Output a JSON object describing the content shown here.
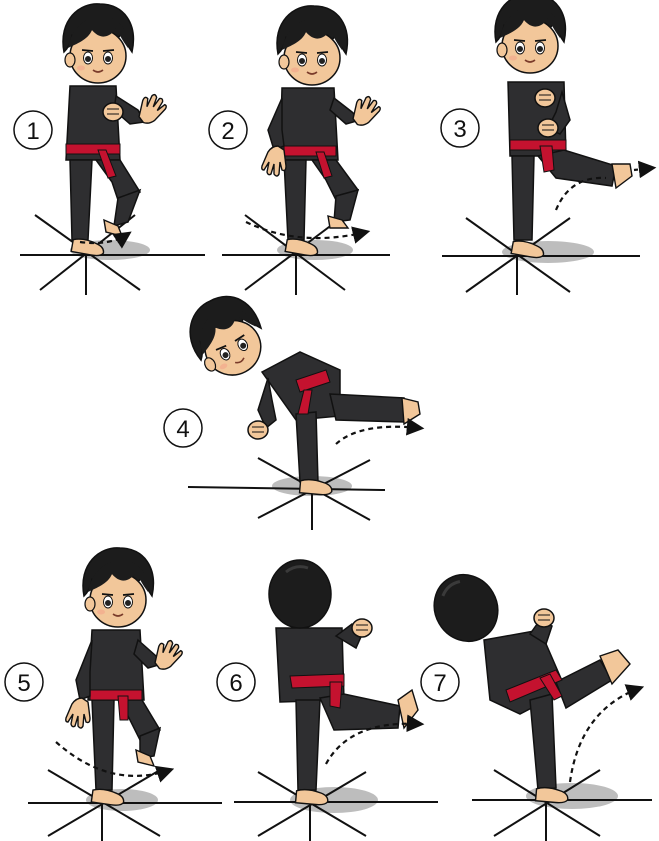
{
  "steps": [
    {
      "label": "1"
    },
    {
      "label": "2"
    },
    {
      "label": "3"
    },
    {
      "label": "4"
    },
    {
      "label": "5"
    },
    {
      "label": "6"
    },
    {
      "label": "7"
    }
  ],
  "colors": {
    "gi": "#2e2e30",
    "belt": "#c4122f",
    "skin": "#f2c79a",
    "hair": "#1c1c1c",
    "shadow": "#bdbdbd",
    "outline": "#111111"
  }
}
